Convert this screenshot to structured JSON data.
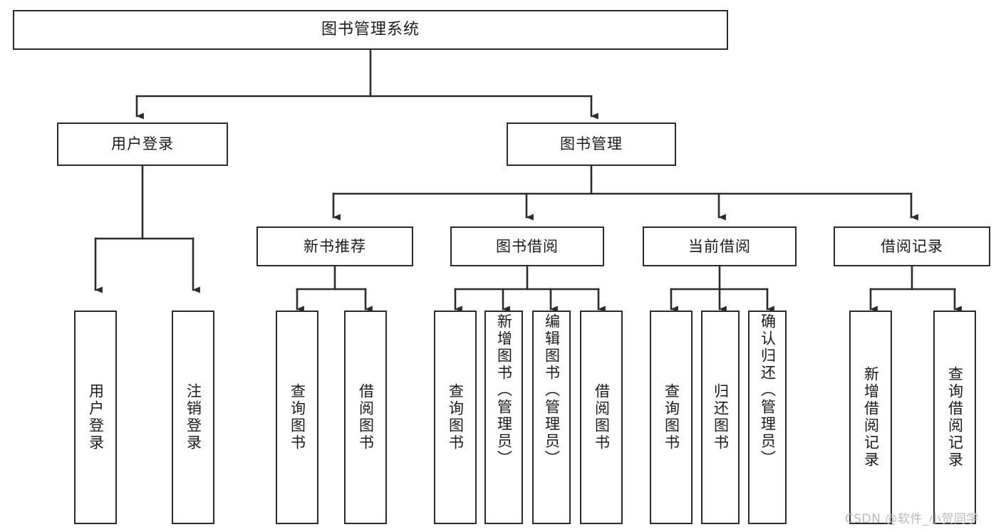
{
  "diagram": {
    "title": "图书管理系统",
    "type": "tree",
    "orientation": "top-down",
    "line_color": "#2b2b2b",
    "box_fill": "#ffffff",
    "text_color": "#1a1a1a",
    "background": "#ffffff"
  },
  "watermark": {
    "text": "CSDN @软件_小贺同学",
    "color": "#b9b9b9"
  },
  "nodes": {
    "root": {
      "label": "图书管理系统"
    },
    "level2": [
      {
        "id": "user-login",
        "label": "用户登录"
      },
      {
        "id": "book-management",
        "label": "图书管理"
      }
    ],
    "level3": [
      {
        "id": "new-book-recommend",
        "label": "新书推荐"
      },
      {
        "id": "book-borrow",
        "label": "图书借阅"
      },
      {
        "id": "current-borrow",
        "label": "当前借阅"
      },
      {
        "id": "borrow-record",
        "label": "借阅记录"
      }
    ],
    "leaves": {
      "user_login": [
        {
          "id": "leaf-user-login",
          "label": "用户登录"
        },
        {
          "id": "leaf-logout",
          "label": "注销登录"
        }
      ],
      "new_book_recommend": [
        {
          "id": "leaf-query-book-1",
          "label": "查询图书"
        },
        {
          "id": "leaf-borrow-book-1",
          "label": "借阅图书"
        }
      ],
      "book_borrow": [
        {
          "id": "leaf-query-book-2",
          "label": "查询图书"
        },
        {
          "id": "leaf-add-book-admin",
          "label": "新增图书（管理员）"
        },
        {
          "id": "leaf-edit-book-admin",
          "label": "编辑图书（管理员）"
        },
        {
          "id": "leaf-borrow-book-2",
          "label": "借阅图书"
        }
      ],
      "current_borrow": [
        {
          "id": "leaf-query-book-3",
          "label": "查询图书"
        },
        {
          "id": "leaf-return-book",
          "label": "归还图书"
        },
        {
          "id": "leaf-confirm-return-admin",
          "label": "确认归还（管理员）"
        }
      ],
      "borrow_record": [
        {
          "id": "leaf-add-borrow-record",
          "label": "新增借阅记录"
        },
        {
          "id": "leaf-query-borrow-record",
          "label": "查询借阅记录"
        }
      ]
    }
  }
}
